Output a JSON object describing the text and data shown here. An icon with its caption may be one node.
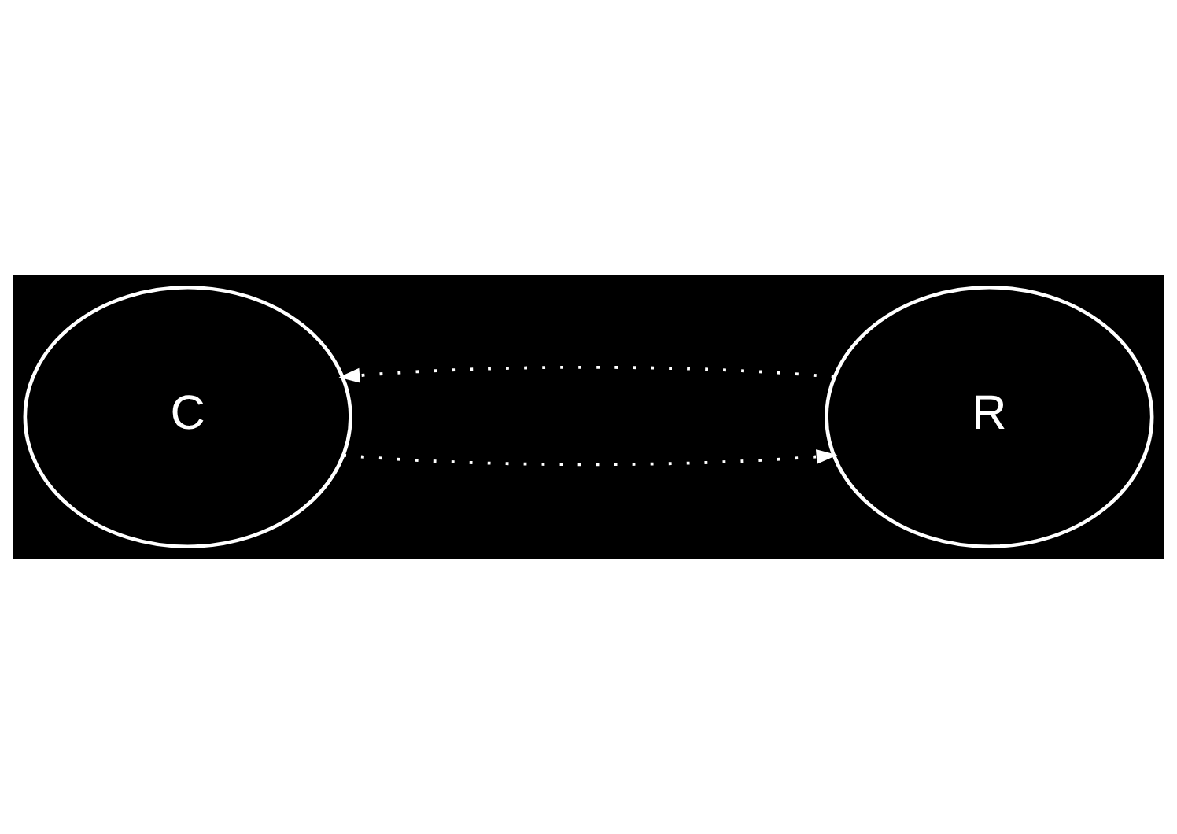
{
  "diagram": {
    "nodes": [
      {
        "text": [
          "C"
        ]
      },
      {
        "text": [
          "R"
        ]
      }
    ],
    "edges": [
      {
        "from": 1,
        "to": 0,
        "arrow": "to",
        "style": "dashed"
      },
      {
        "from": 0,
        "to": 1,
        "arrow": "to",
        "style": "dashed"
      }
    ]
  }
}
